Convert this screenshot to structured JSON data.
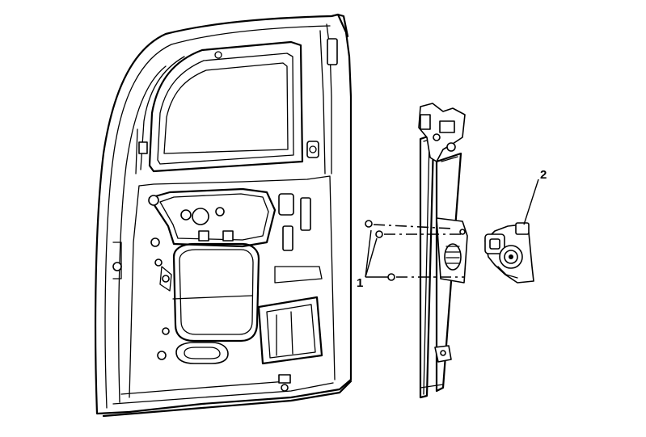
{
  "callouts": [
    {
      "number": "1",
      "part": "window-regulator-bolts"
    },
    {
      "number": "2",
      "part": "window-regulator-motor"
    }
  ],
  "colors": {
    "line": "#000000",
    "background": "#ffffff"
  }
}
